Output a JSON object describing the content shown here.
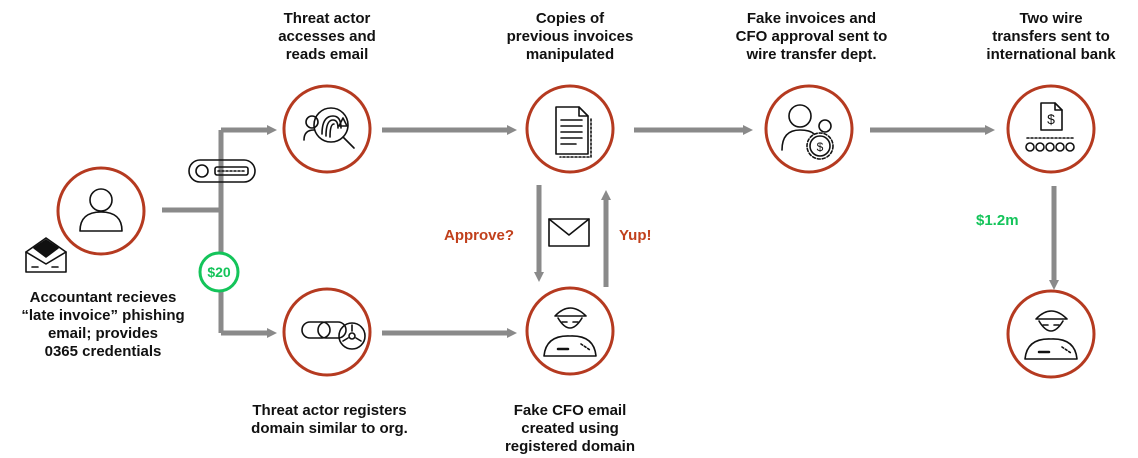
{
  "colors": {
    "node_border": "#b53a20",
    "arrow": "#8a8a8a",
    "accent_text": "#c1401c",
    "money_green": "#14c45a",
    "text": "#111111"
  },
  "nodes": {
    "accountant": {
      "icon": "user-icon",
      "label": "Accountant recieves\n“late invoice” phishing\nemail; provides\n0365 credentials"
    },
    "reads_email": {
      "icon": "fingerprint-magnifier-icon",
      "label": "Threat actor\naccesses and\nreads email"
    },
    "invoices": {
      "icon": "document-icon",
      "label": "Copies of\nprevious invoices\nmanipulated"
    },
    "cfo_approval": {
      "icon": "user-money-gear-icon",
      "label": "Fake invoices and\nCFO approval sent to\nwire transfer dept."
    },
    "wire": {
      "icon": "bank-transfer-icon",
      "label": "Two wire\ntransfers sent to\ninternational bank"
    },
    "domain": {
      "icon": "chain-link-biohazard-icon",
      "label": "Threat actor registers\ndomain similar to org."
    },
    "fake_cfo": {
      "icon": "hacker-icon",
      "label": "Fake CFO email\ncreated using\nregistered domain"
    },
    "receiver": {
      "icon": "hacker-icon",
      "label": ""
    }
  },
  "annotations": {
    "approve": "Approve?",
    "yup": "Yup!",
    "cost": "$20",
    "amount": "$1.2m"
  },
  "icons": {
    "phishing_email": "phishing-envelope-icon",
    "credential_key": "key-icon",
    "message": "envelope-icon"
  }
}
